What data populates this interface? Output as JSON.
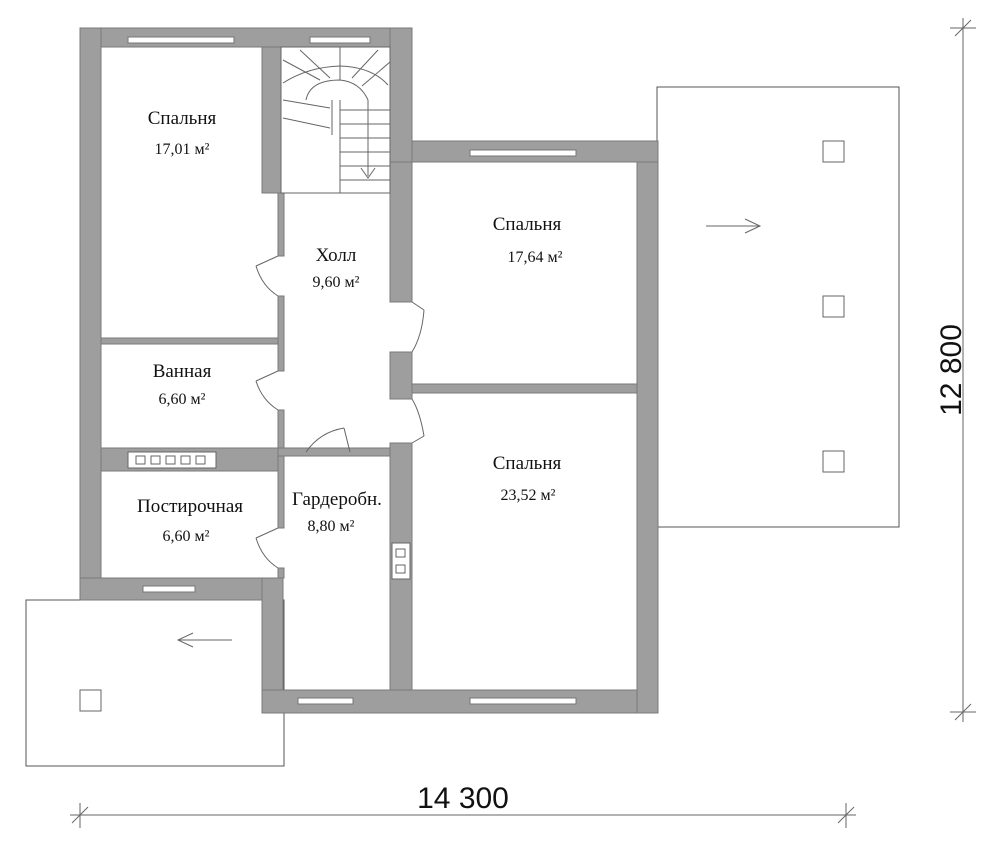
{
  "rooms": {
    "bedroom_top_left": {
      "name": "Спальня",
      "area": "17,01 м²"
    },
    "hall": {
      "name": "Холл",
      "area": "9,60 м²"
    },
    "bedroom_top_right": {
      "name": "Спальня",
      "area": "17,64 м²"
    },
    "bathroom": {
      "name": "Ванная",
      "area": "6,60 м²"
    },
    "laundry": {
      "name": "Постирочная",
      "area": "6,60 м²"
    },
    "wardrobe": {
      "name": "Гардеробн.",
      "area": "8,80 м²"
    },
    "bedroom_bottom_right": {
      "name": "Спальня",
      "area": "23,52 м²"
    }
  },
  "dimensions": {
    "width": "14 300",
    "height": "12 800"
  },
  "colors": {
    "wall": "#9e9e9e",
    "line": "#555555",
    "background": "#ffffff"
  }
}
